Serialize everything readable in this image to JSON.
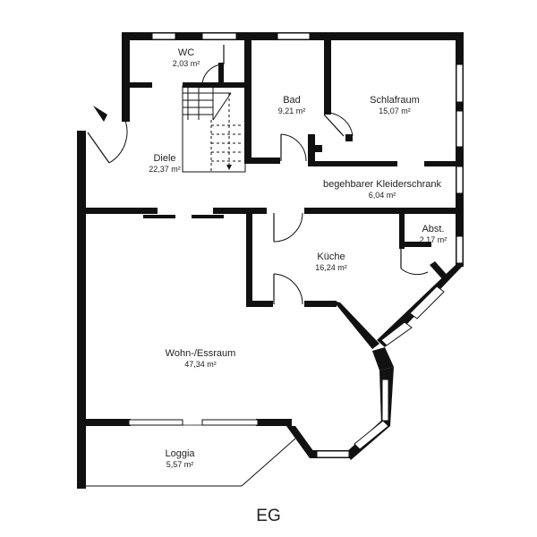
{
  "plan": {
    "floor_label": "EG",
    "rooms": [
      {
        "id": "wc",
        "name": "WC",
        "area": "2,03 m²"
      },
      {
        "id": "bad",
        "name": "Bad",
        "area": "9,21 m²"
      },
      {
        "id": "schlafraum",
        "name": "Schlafraum",
        "area": "15,07 m²"
      },
      {
        "id": "diele",
        "name": "Diele",
        "area": "22,37 m²"
      },
      {
        "id": "kleiderschrank",
        "name": "begehbarer Kleiderschrank",
        "area": "6,04 m²"
      },
      {
        "id": "abst",
        "name": "Abst.",
        "area": "2,17 m²"
      },
      {
        "id": "kueche",
        "name": "Küche",
        "area": "16,24 m²"
      },
      {
        "id": "wohn",
        "name": "Wohn-/Essraum",
        "area": "47,34 m²"
      },
      {
        "id": "loggia",
        "name": "Loggia",
        "area": "5,57 m²"
      }
    ]
  }
}
